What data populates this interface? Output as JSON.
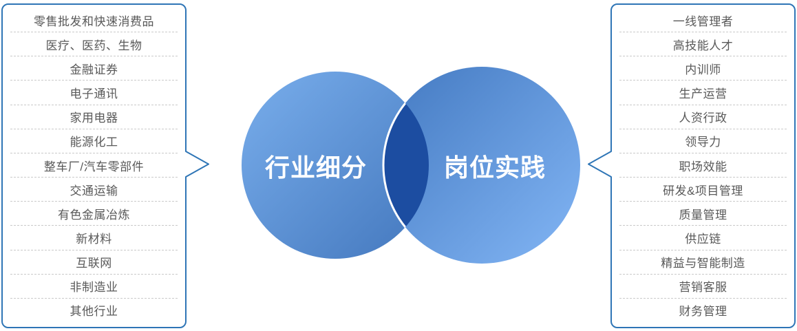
{
  "left_panel": {
    "name": "industry-segment-list",
    "items": [
      "零售批发和快速消费品",
      "医疗、医药、生物",
      "金融证券",
      "电子通讯",
      "家用电器",
      "能源化工",
      "整车厂/汽车零部件",
      "交通运输",
      "有色金属冶炼",
      "新材料",
      "互联网",
      "非制造业",
      "其他行业"
    ]
  },
  "right_panel": {
    "name": "position-practice-list",
    "items": [
      "一线管理者",
      "高技能人才",
      "内训师",
      "生产运营",
      "人资行政",
      "领导力",
      "职场效能",
      "研发&项目管理",
      "质量管理",
      "供应链",
      "精益与智能制造",
      "营销客服",
      "财务管理"
    ]
  },
  "venn": {
    "left_label": "行业细分",
    "right_label": "岗位实践"
  },
  "colors": {
    "box_border": "#2e75b6",
    "divider": "#c9c9c9",
    "item_text": "#595959",
    "left_circle_gradient_start": "#79aeec",
    "left_circle_gradient_end": "#4377bd",
    "right_circle_gradient_start": "#4379c1",
    "right_circle_gradient_end": "#83b6f5",
    "overlap_fill": "#1c4da1",
    "label_text": "#ffffff"
  }
}
